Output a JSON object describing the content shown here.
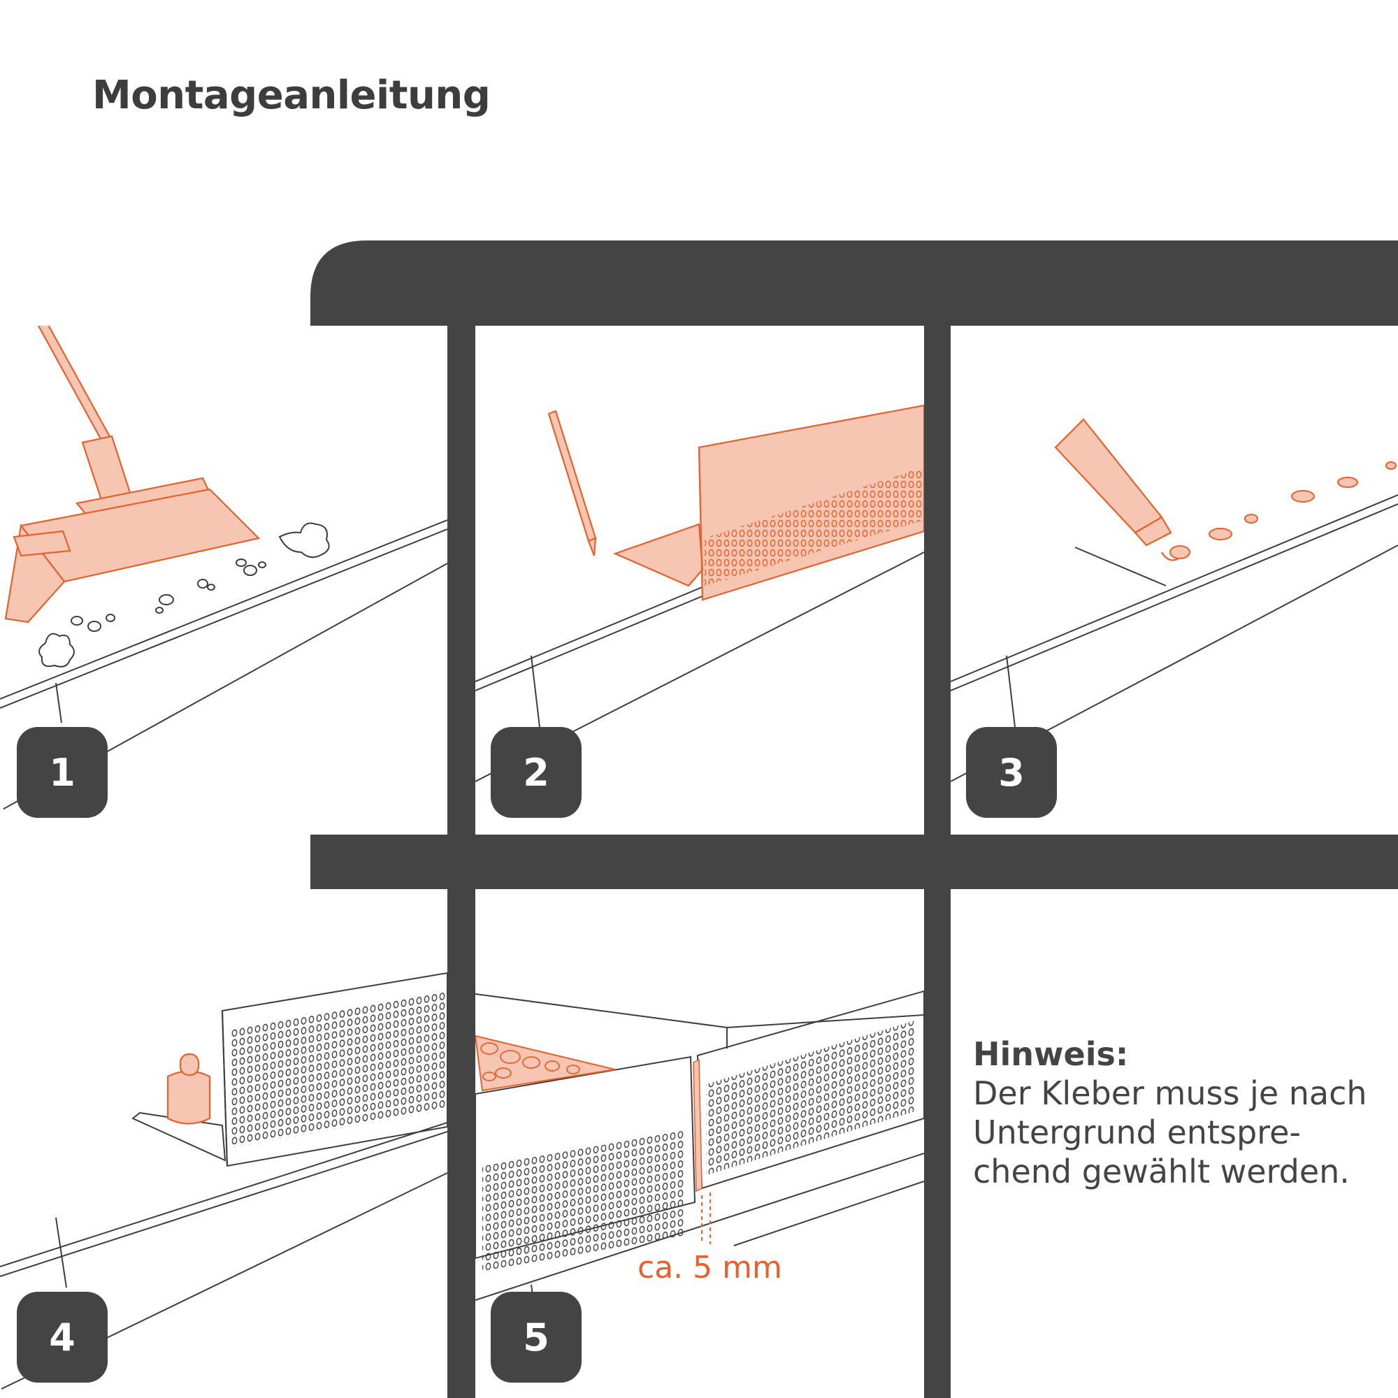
{
  "title": "Montageanleitung",
  "steps": [
    {
      "number": "1"
    },
    {
      "number": "2"
    },
    {
      "number": "3"
    },
    {
      "number": "4"
    },
    {
      "number": "5"
    }
  ],
  "note": {
    "heading": "Hinweis:",
    "text": "Der Kleber muss je nach\nUntergrund entspre-\nchend gewählt werden."
  },
  "dimension_label": "ca. 5 mm",
  "colors": {
    "frame": "#444444",
    "accent_fill": "#f6c6b3",
    "accent_line": "#e8602c",
    "line": "#3d3d3d",
    "background": "#ffffff"
  },
  "icons": [
    "broom-icon",
    "pencil-icon",
    "glue-tube-icon",
    "weight-icon",
    "gravel-icon"
  ]
}
